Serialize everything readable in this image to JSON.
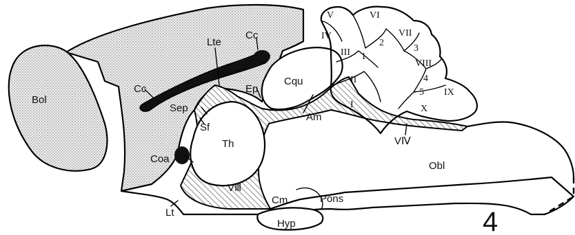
{
  "figure_number": "4",
  "labels": {
    "bol": "Bol",
    "cc_top": "Cc",
    "cc_left": "Cc",
    "lte": "Lte",
    "ep": "Ep",
    "cqu": "Cqu",
    "sep": "Sep",
    "sf": "Sf",
    "th": "Th",
    "coa": "Coa",
    "am": "Am",
    "lt": "Lt",
    "v3": "VⅢ",
    "cm": "Cm",
    "pons": "Pons",
    "hyp": "Hyp",
    "obl": "Obl",
    "v4": "VⅣ",
    "lobule_1": "I",
    "lobule_2": "II",
    "lobule_3": "III",
    "lobule_4": "IV",
    "lobule_5": "V",
    "lobule_6": "VI",
    "lobule_7": "VII",
    "lobule_8": "VIII",
    "lobule_9": "IX",
    "lobule_10": "X",
    "fissure_1": "1",
    "fissure_2": "2",
    "fissure_3": "3",
    "fissure_4": "4",
    "fissure_5": "5"
  },
  "colors": {
    "stipple_fill": "#cfcfcf",
    "solid_fill": "#111111",
    "line": "#000000",
    "background": "#ffffff"
  }
}
